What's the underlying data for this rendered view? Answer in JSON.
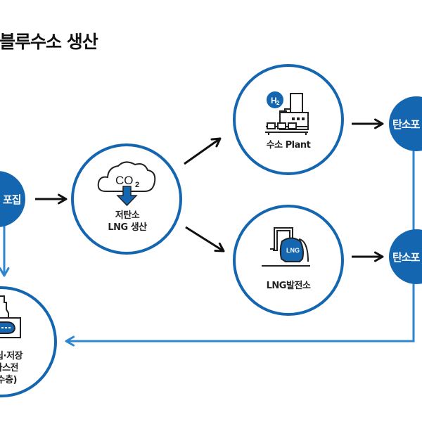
{
  "title": "블루수소 생산",
  "colors": {
    "blue": "#1466b0",
    "line_blue": "#2f86cf",
    "arrow_black": "#111111"
  },
  "nodes": {
    "capture_left": {
      "label": "탄소포집",
      "visible_label": "포집"
    },
    "low_carbon_lng": {
      "line1": "저탄소",
      "line2": "LNG 생산",
      "icon": "co2-cloud-down-icon",
      "icon_text_co": "CO",
      "icon_text_sub": "2"
    },
    "hydrogen_plant": {
      "label": "수소 Plant",
      "icon": "hydrogen-plant-icon",
      "icon_badge": "H",
      "icon_badge_sub": "2"
    },
    "lng_power": {
      "label": "LNG발전소",
      "icon": "lng-tank-icon",
      "icon_badge": "LNG"
    },
    "capture_top_right": {
      "label": "탄소포집",
      "visible_label": "탄소포"
    },
    "capture_bottom_right": {
      "label": "탄소포집",
      "visible_label": "탄소포"
    },
    "storage": {
      "line1": "립·저장",
      "line2": "가스전",
      "line3": "수층)",
      "icon": "storage-reservoir-icon"
    }
  }
}
